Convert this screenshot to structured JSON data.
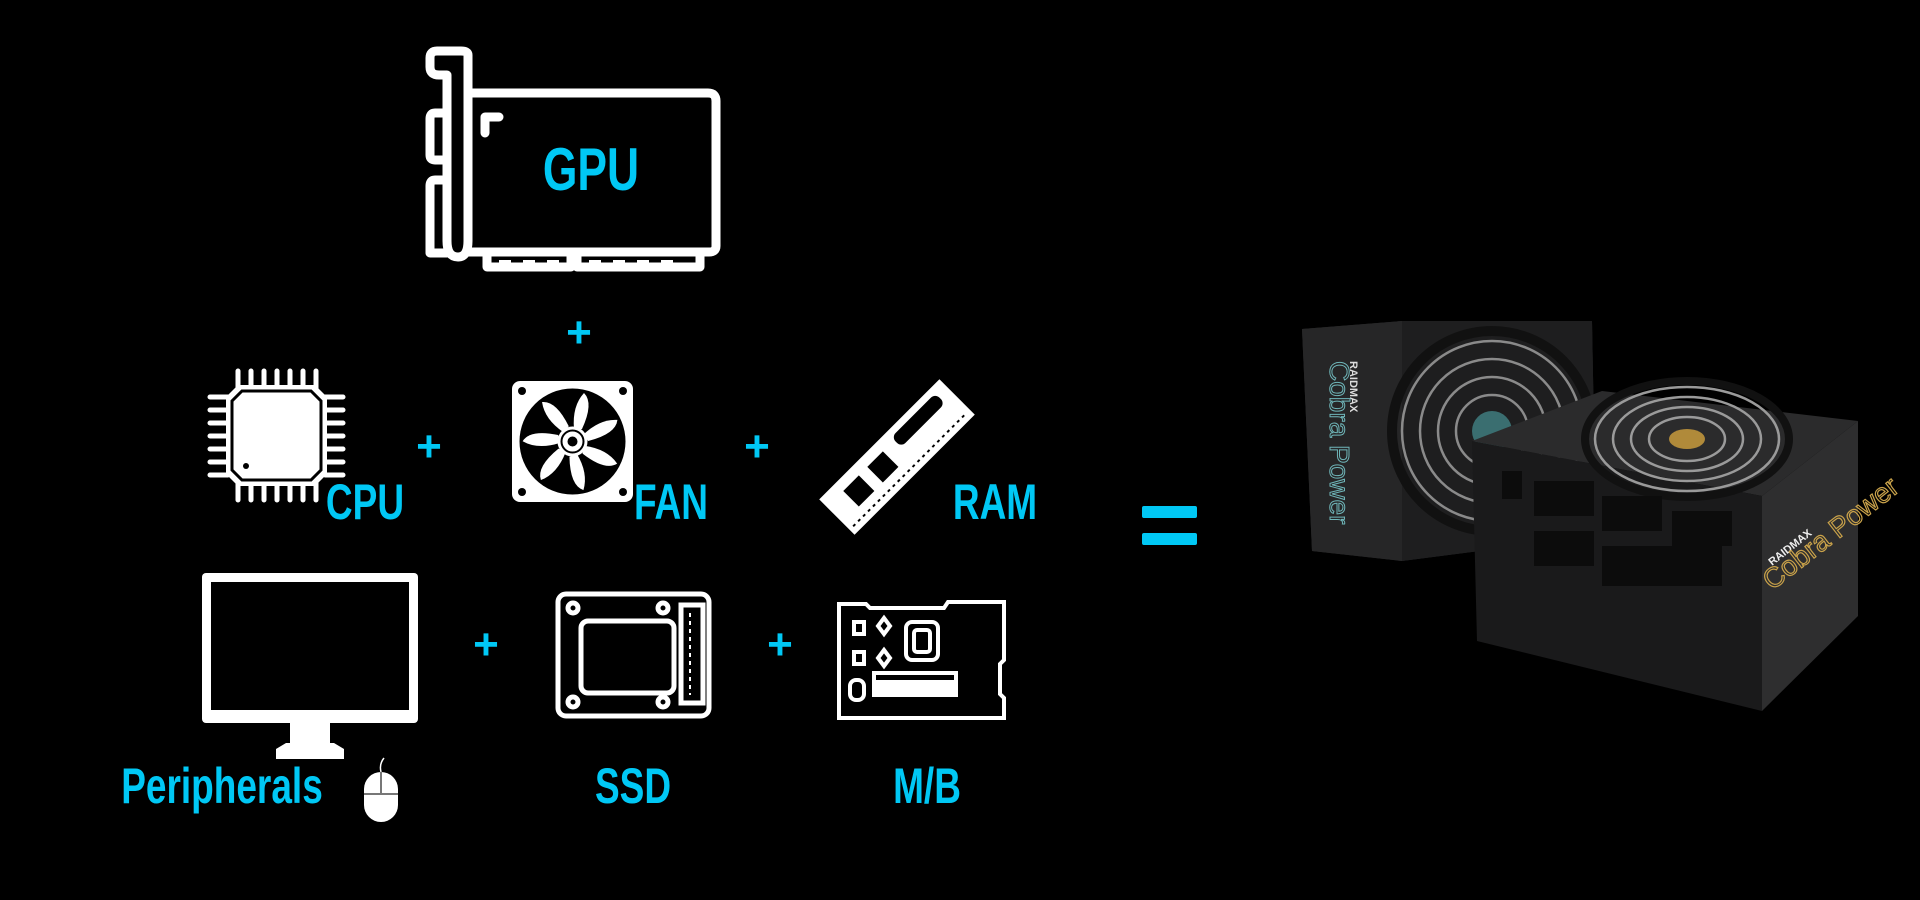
{
  "colors": {
    "accent": "#00c8f5",
    "icon": "#ffffff",
    "background": "#000000"
  },
  "components": {
    "gpu": {
      "label": "GPU",
      "icon": "graphics-card-icon"
    },
    "cpu": {
      "label": "CPU",
      "icon": "cpu-chip-icon"
    },
    "fan": {
      "label": "FAN",
      "icon": "fan-icon"
    },
    "ram": {
      "label": "RAM",
      "icon": "ram-module-icon"
    },
    "peripherals": {
      "label": "Peripherals",
      "icon": "monitor-icon"
    },
    "ssd": {
      "label": "SSD",
      "icon": "ssd-icon"
    },
    "mb": {
      "label": "M/B",
      "icon": "motherboard-icon"
    }
  },
  "operators": {
    "plus": "+",
    "equals": "="
  },
  "product": {
    "brand": "RAIDMAX",
    "name": "Cobra Power"
  }
}
